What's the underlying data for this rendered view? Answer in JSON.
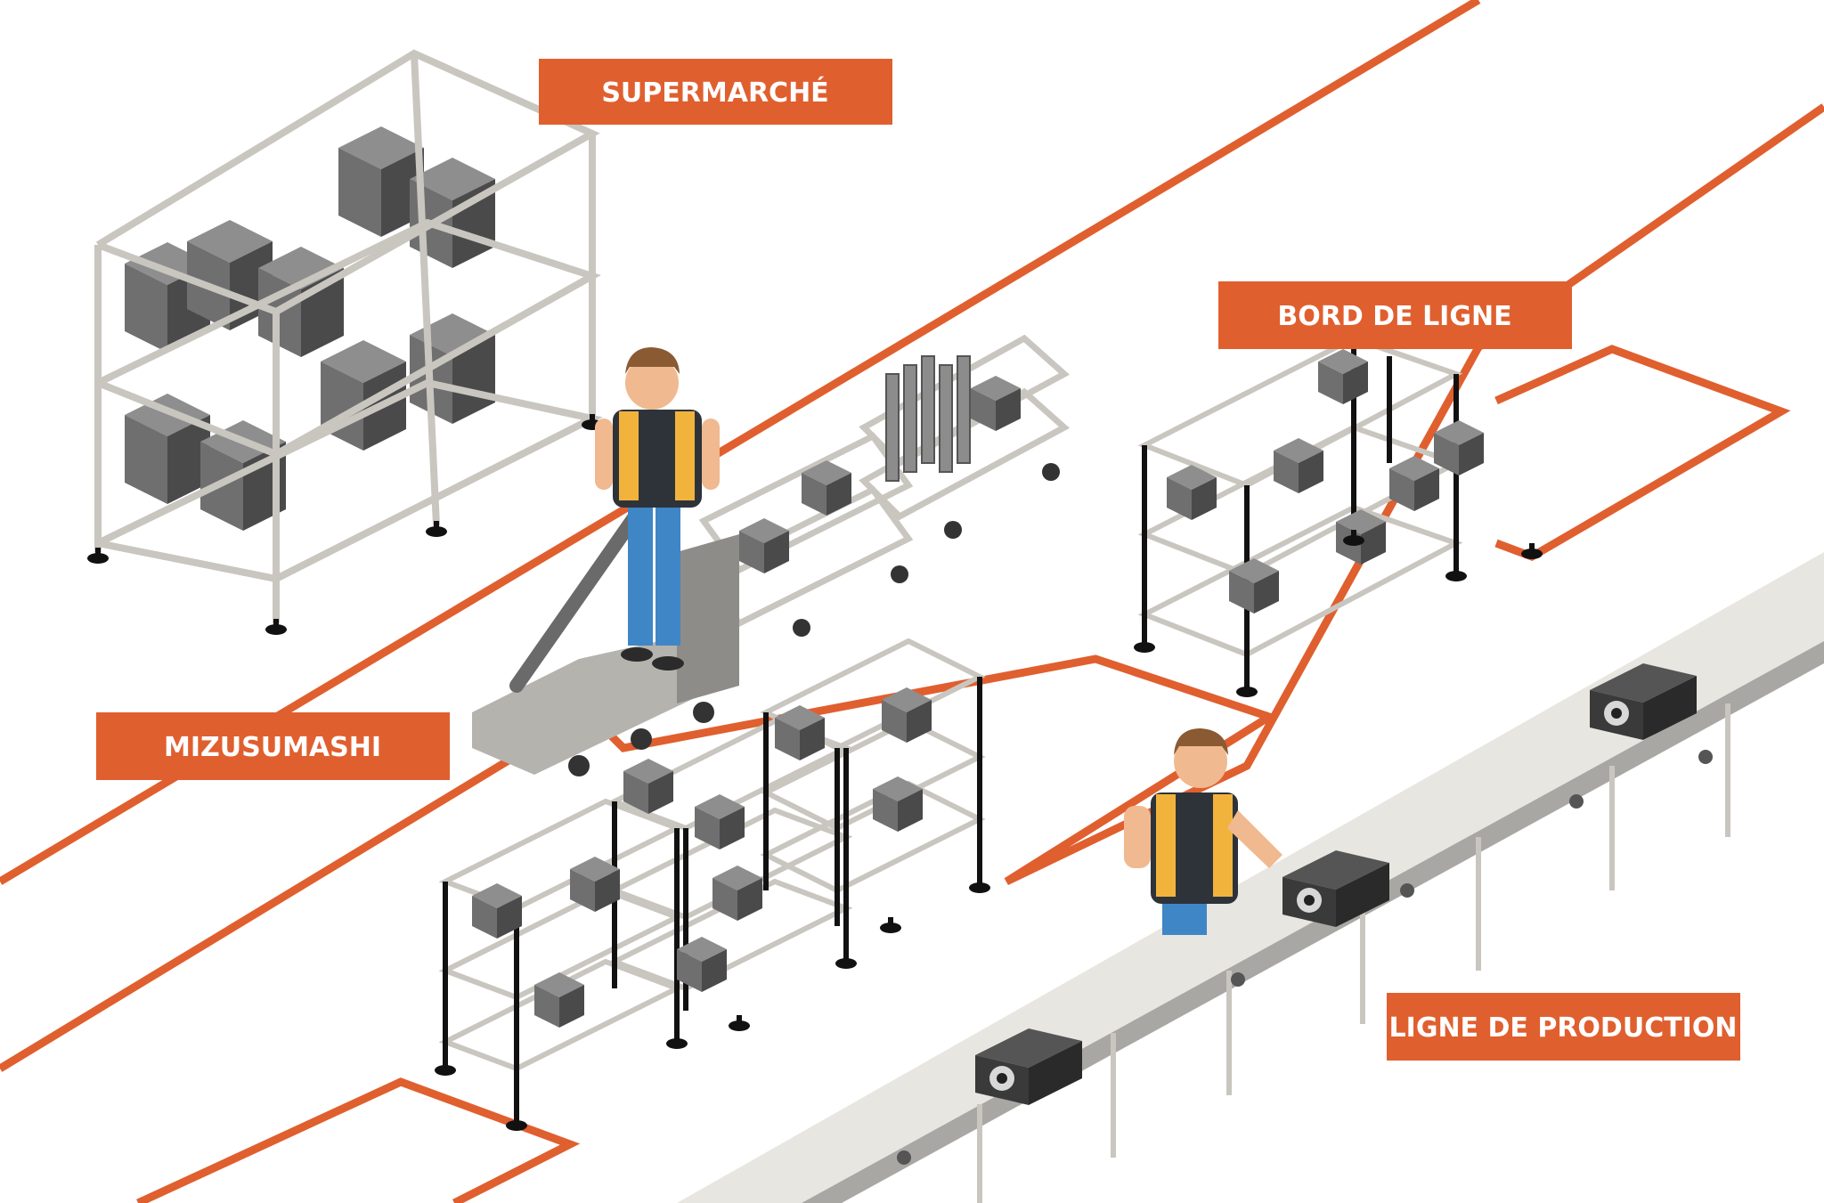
{
  "labels": {
    "supermarche": "SUPERMARCHÉ",
    "bord_de_ligne": "BORD DE LIGNE",
    "mizusumashi": "MIZUSUMASHI",
    "ligne_de_production": "LIGNE DE PRODUCTION"
  },
  "colors": {
    "accent": "#e05f2f",
    "rack_frame": "#c9c6c0",
    "box_top": "#8e8e8e",
    "box_left": "#6f6f6f",
    "box_right": "#4a4a4a",
    "connector": "#111111",
    "conveyor_belt": "#e8e6e1",
    "conveyor_side": "#a9a7a3",
    "vest": "#f2b33d",
    "jeans": "#3f86c6",
    "skin": "#f0b98f",
    "hair": "#8a5a33"
  }
}
